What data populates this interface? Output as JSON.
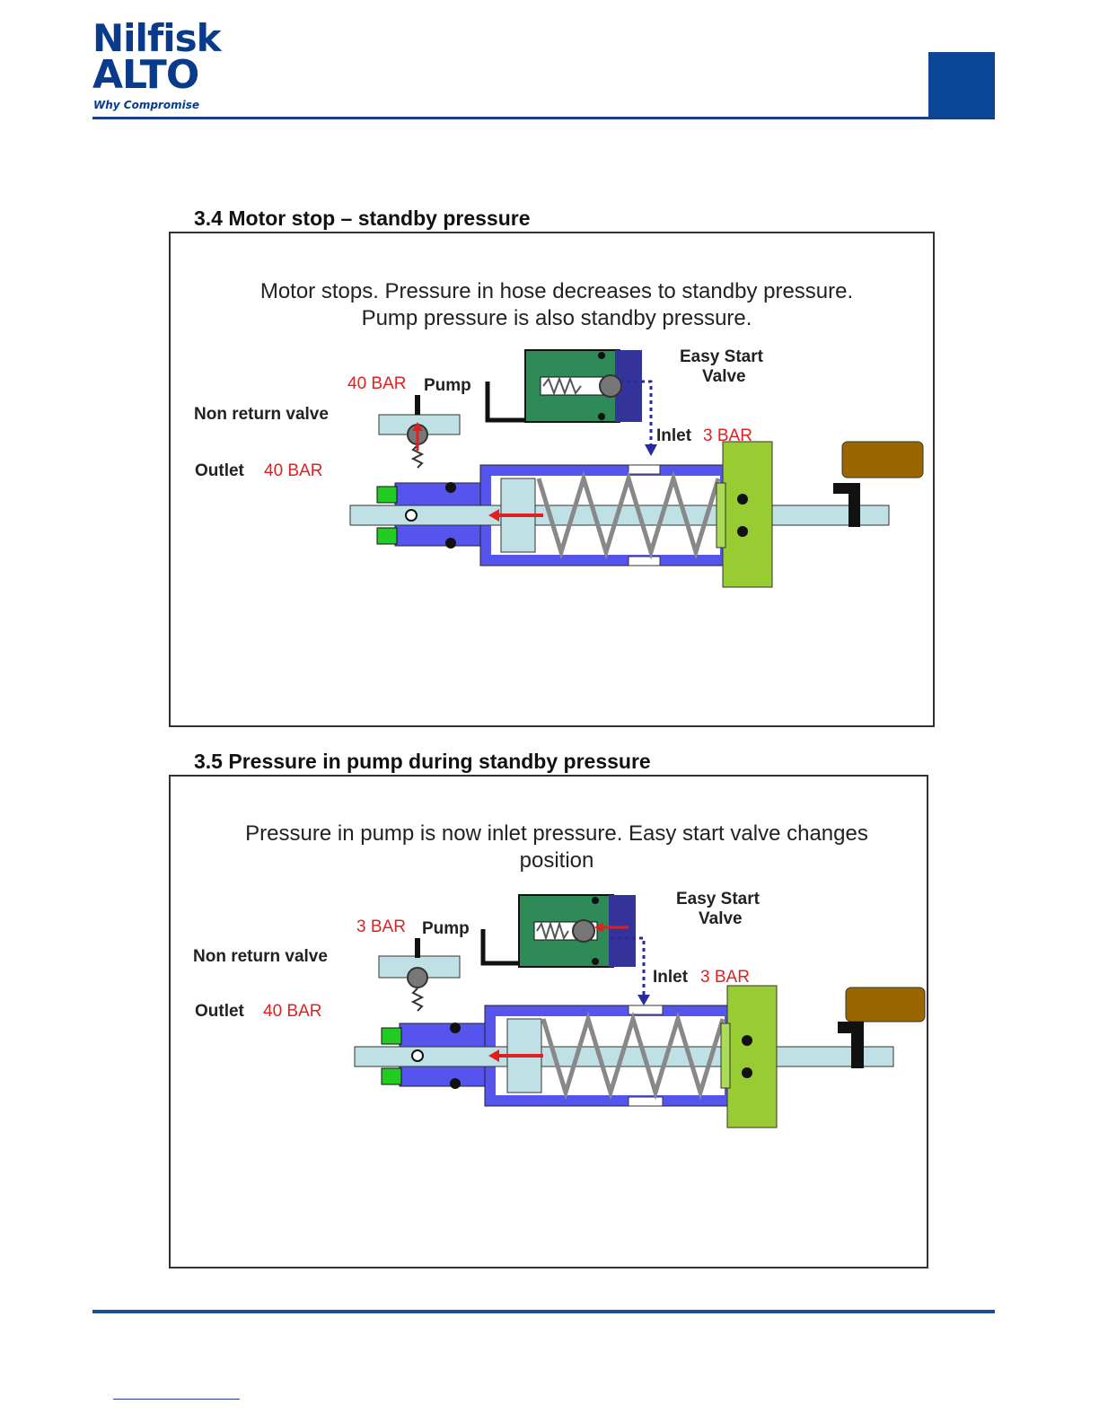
{
  "header": {
    "logo_line1": "Nilfisk",
    "logo_line2": "ALTO",
    "tagline": "Why Compromise"
  },
  "sections": [
    {
      "title": "3.4 Motor stop – standby pressure",
      "description": "Motor stops. Pressure in hose decreases to standby pressure. Pump pressure is also standby pressure.",
      "labels": {
        "pump_pressure": "40 BAR",
        "pump": "Pump",
        "easy_start": "Easy Start",
        "valve": "Valve",
        "non_return_valve": "Non return valve",
        "inlet": "Inlet",
        "inlet_pressure": "3 BAR",
        "outlet": "Outlet",
        "outlet_pressure": "40 BAR"
      }
    },
    {
      "title": "3.5 Pressure in pump during standby pressure",
      "description": "Pressure in pump is now inlet pressure. Easy start valve changes position",
      "labels": {
        "pump_pressure": "3 BAR",
        "pump": "Pump",
        "easy_start": "Easy Start",
        "valve": "Valve",
        "non_return_valve": "Non return valve",
        "inlet": "Inlet",
        "inlet_pressure": "3 BAR",
        "outlet": "Outlet",
        "outlet_pressure": "40 BAR"
      }
    }
  ],
  "colors": {
    "brand_blue": "#0b4797",
    "pressure_red": "#e02020",
    "pump_body": "#5555ee",
    "green_part": "#99cc33",
    "valve_green": "#2e8b57",
    "handle_brown": "#996600"
  }
}
